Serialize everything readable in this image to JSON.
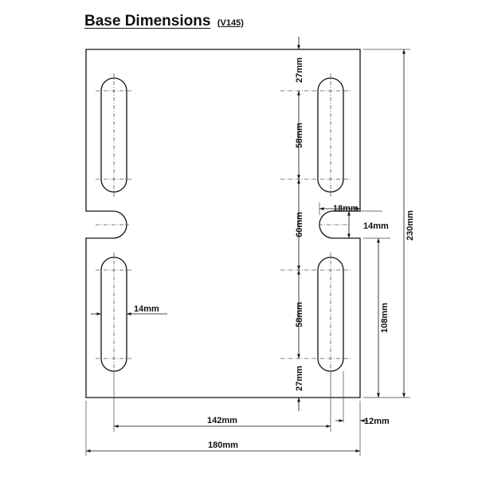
{
  "title": {
    "main": "Base Dimensions",
    "code": "(V145)"
  },
  "dimensions": {
    "top_offset": "27mm",
    "upper_slot_length": "58mm",
    "middle_gap": "60mm",
    "lower_slot_length": "58mm",
    "bottom_offset": "27mm",
    "notch_depth": "18mm",
    "notch_width": "14mm",
    "slot_width": "14mm",
    "lower_height": "108mm",
    "total_height": "230mm",
    "slot_spacing": "142mm",
    "edge_offset": "12mm",
    "total_width": "180mm"
  }
}
